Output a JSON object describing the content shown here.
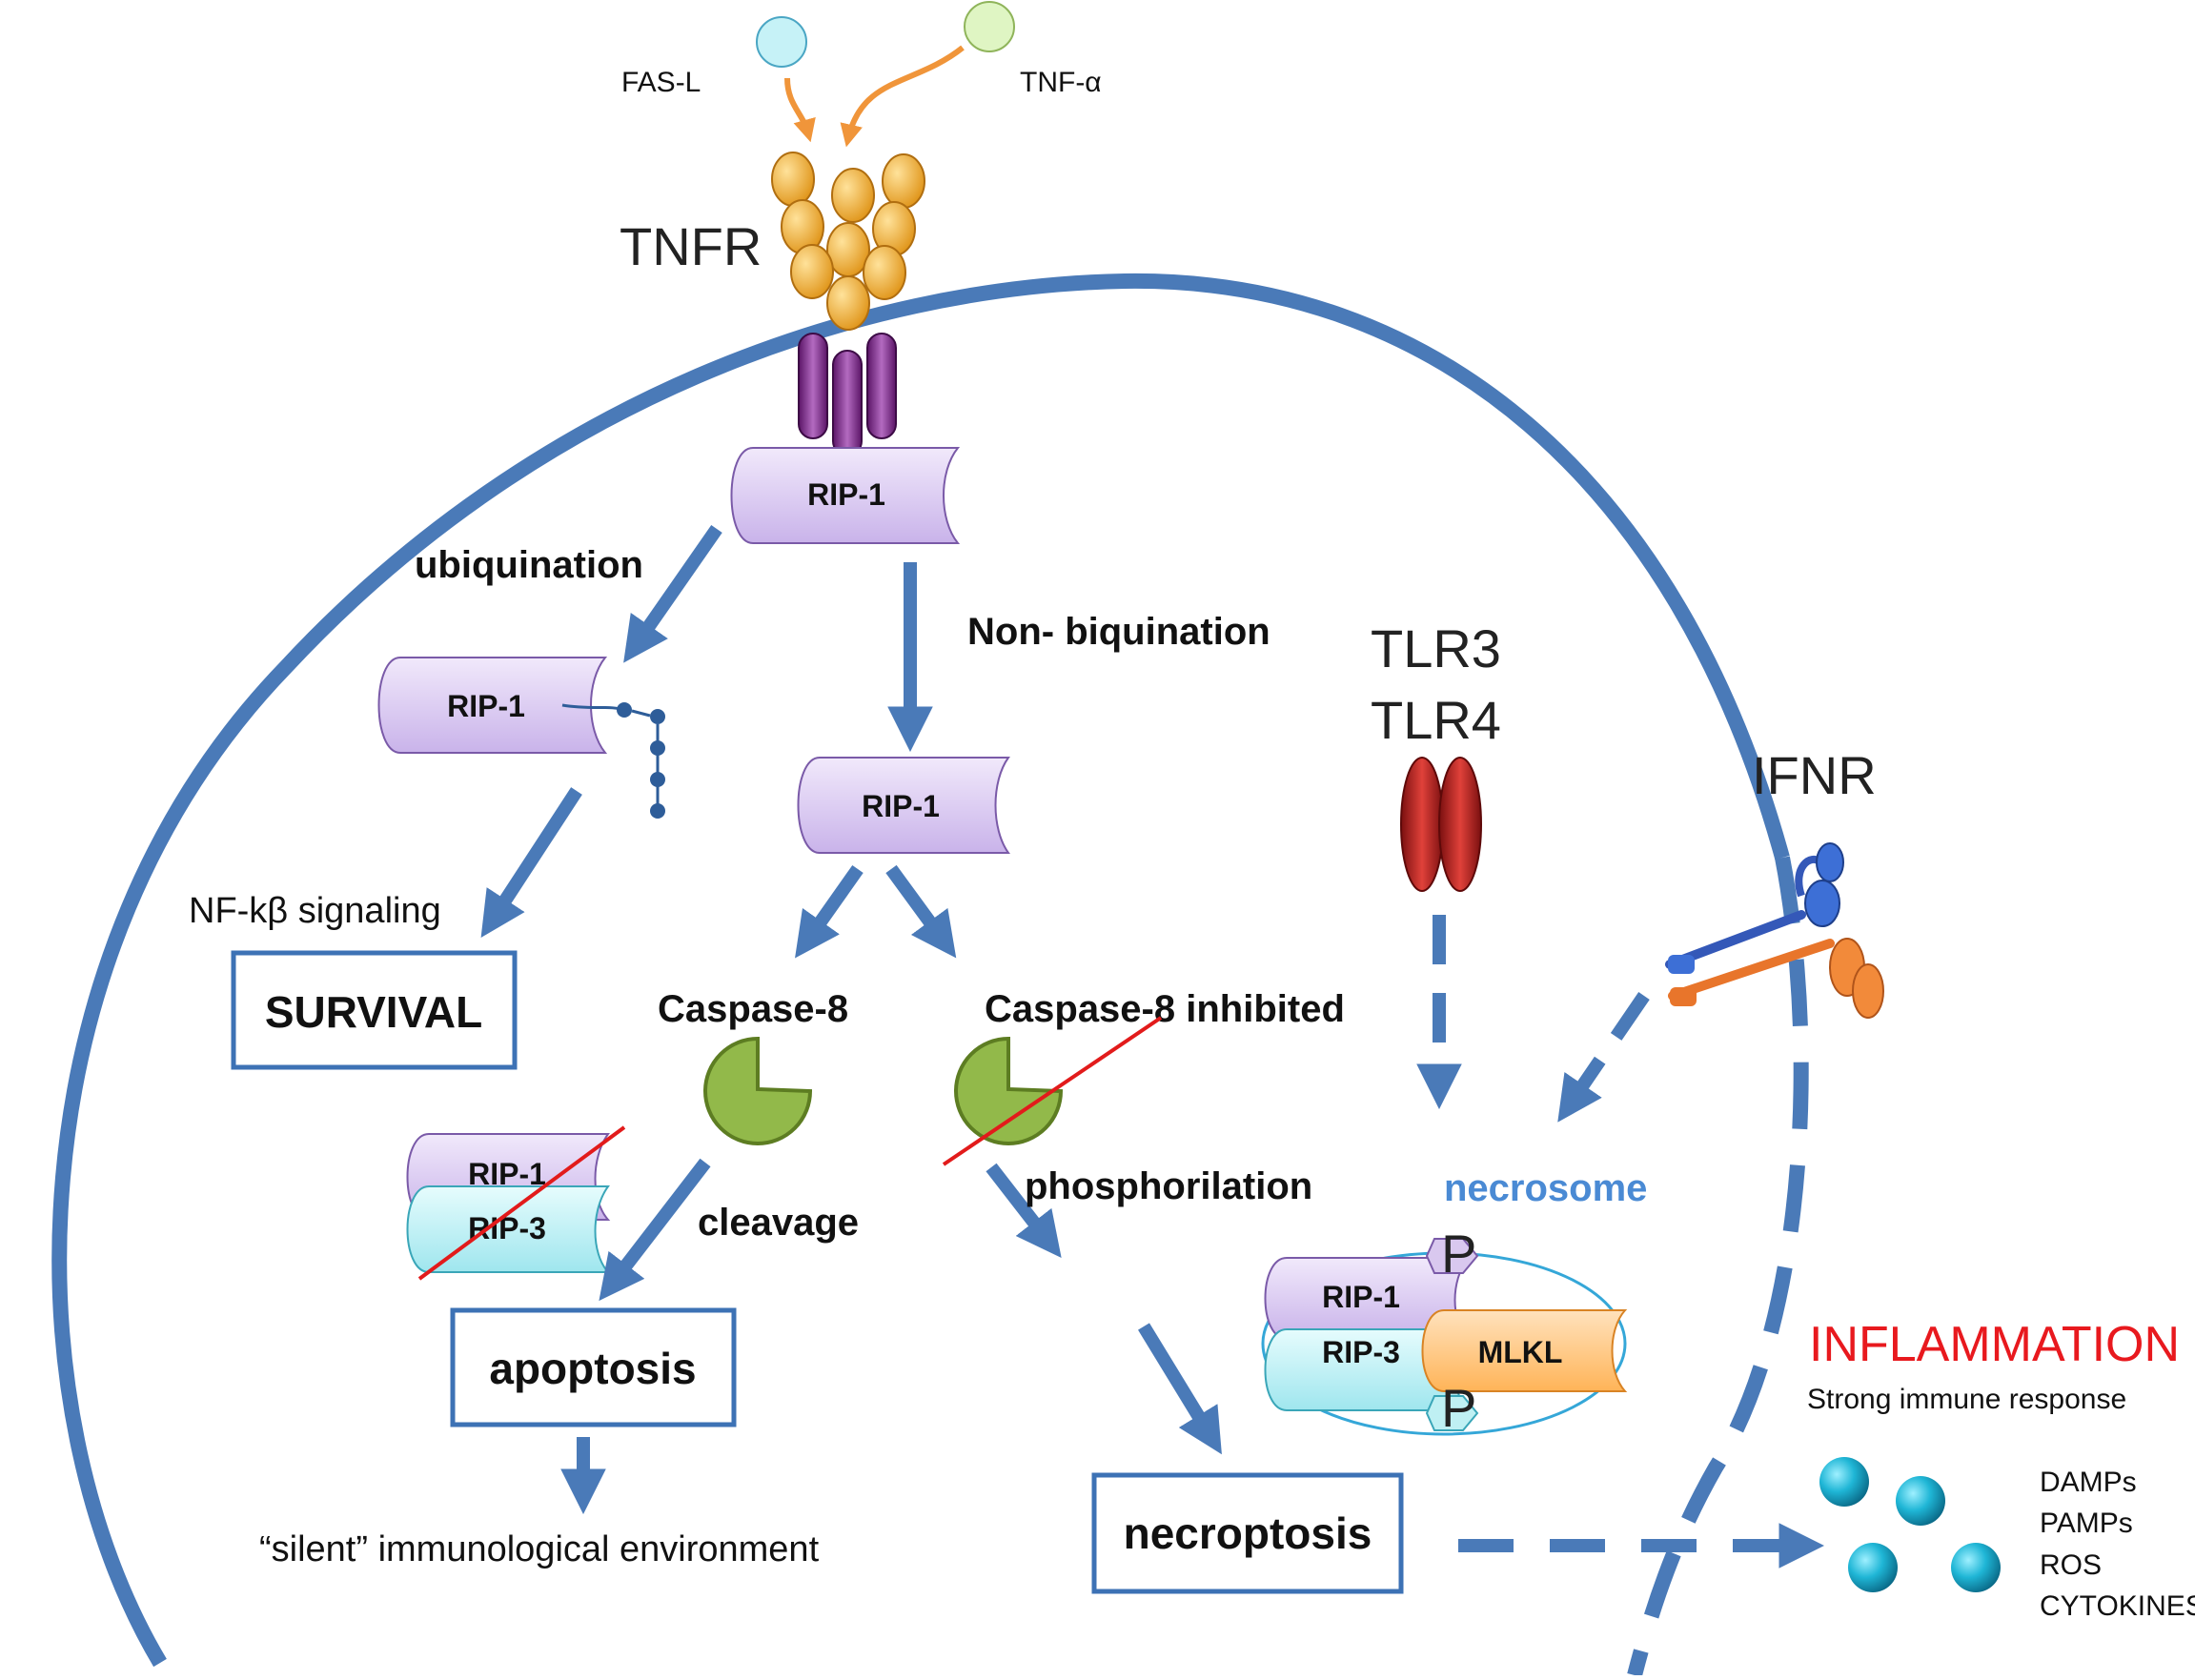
{
  "ligands": {
    "fasl": "FAS-L",
    "tnfa": "TNF-α"
  },
  "receptors": {
    "tnfr": "TNFR",
    "tlr3": "TLR3",
    "tlr4": "TLR4",
    "ifnr": "IFNR"
  },
  "rip": {
    "rip1": "RIP-1",
    "rip3": "RIP-3",
    "mlkl": "MLKL",
    "p": "P"
  },
  "steps": {
    "ubiquination": "ubiquination",
    "non_ubiquination": "Non- biquination",
    "nfkb": "NF-kβ signaling",
    "caspase8": "Caspase-8",
    "caspase8_inhibited": "Caspase-8 inhibited",
    "cleavage": "cleavage",
    "phosphorilation": "phosphorilation",
    "necrosome": "necrosome"
  },
  "outcomes": {
    "survival": "SURVIVAL",
    "apoptosis": "apoptosis",
    "necroptosis": "necroptosis",
    "silent": "“silent” immunological environment"
  },
  "inflammation": {
    "title": "INFLAMMATION",
    "subtitle": "Strong immune response",
    "items": [
      "DAMPs",
      "PAMPs",
      "ROS",
      "CYTOKINES"
    ]
  },
  "colors": {
    "membrane": "#4a7ab8",
    "arrow": "#4a7ab8",
    "rip1_fill": "#d9c8ef",
    "rip3_fill": "#bff0f3",
    "mlkl_fill": "#ffc98a",
    "caspase": "#92b94a",
    "tlr": "#b8201e",
    "receptor_orange": "#f5a623",
    "receptor_purple": "#7a2a86",
    "inflammation_red": "#e8191e",
    "necrosome_blue": "#4a8ad4",
    "cross_red": "#e21b1b"
  }
}
